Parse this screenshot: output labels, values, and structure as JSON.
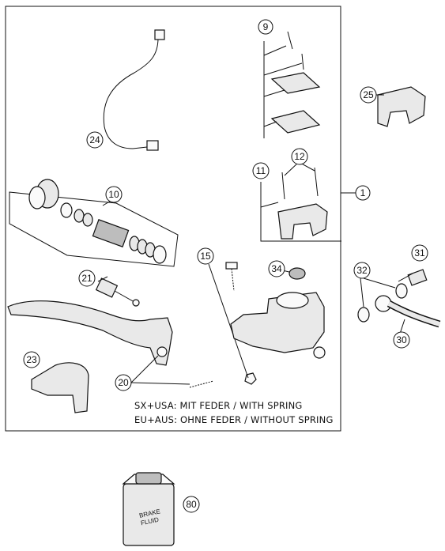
{
  "callouts": [
    "1",
    "9",
    "10",
    "11",
    "12",
    "15",
    "20",
    "21",
    "23",
    "24",
    "25",
    "30",
    "31",
    "32",
    "34",
    "80"
  ],
  "notes": {
    "line1": "SX+USA:  MIT FEDER / WITH SPRING",
    "line2": "EU+AUS:  OHNE FEDER / WITHOUT SPRING"
  },
  "can_label": {
    "line1": "BRAKE",
    "line2": "FLUID"
  }
}
